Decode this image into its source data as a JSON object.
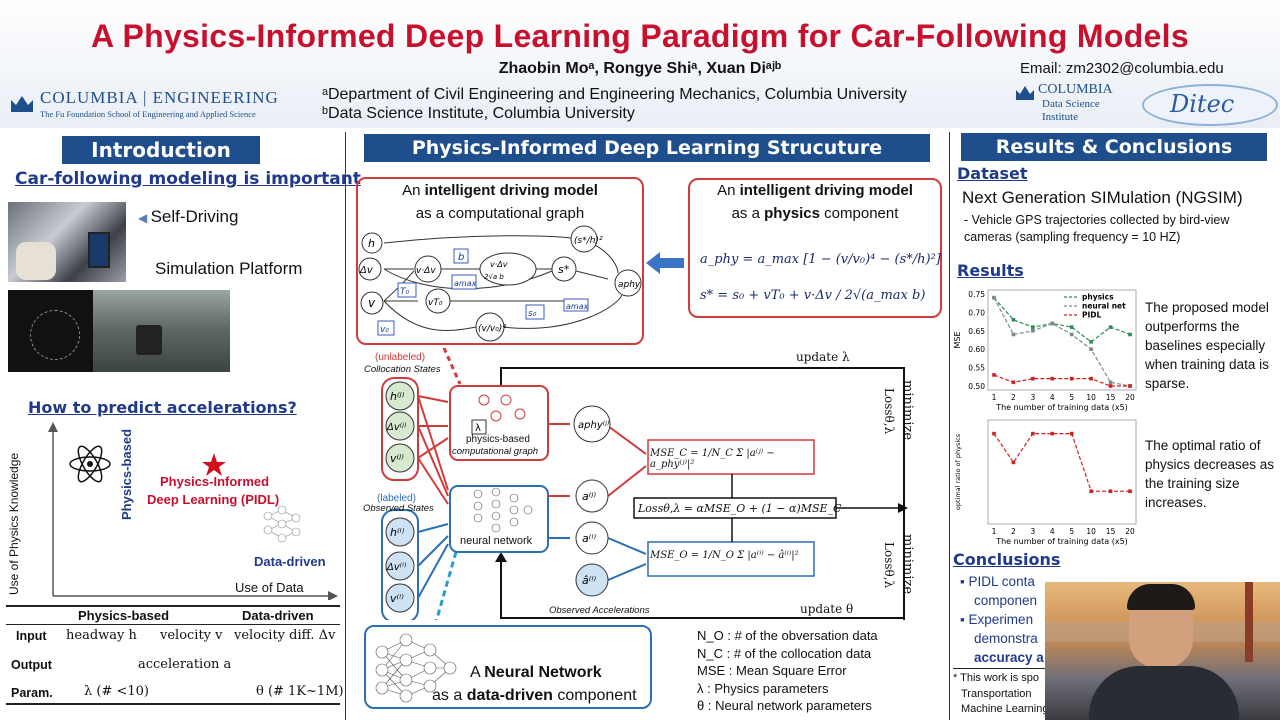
{
  "header": {
    "title": "A Physics-Informed Deep Learning Paradigm for Car-Following Models",
    "authors": "Zhaobin Moᵃ, Rongye Shiᵃ, Xuan Diᵃʲᵇ",
    "email": "Email: zm2302@columbia.edu",
    "affiliation_a": "ᵃDepartment of Civil Engineering and Engineering Mechanics, Columbia University",
    "affiliation_b": "ᵇData Science Institute, Columbia University",
    "logo_engineering": "COLUMBIA | ENGINEERING",
    "logo_engineering_sub": "The Fu Foundation School of Engineering and Applied Science",
    "logo_dsi_1": "COLUMBIA",
    "logo_dsi_2": "Data Science",
    "logo_dsi_3": "Institute",
    "logo_ditec": "Ditec"
  },
  "intro": {
    "heading": "Introduction",
    "subheading": "Car-following modeling is important",
    "self_driving": "Self-Driving",
    "simulation": "Simulation Platform",
    "question": "How to predict accelerations?",
    "y_axis": "Use of Physics Knowledge",
    "x_axis": "Use of Data",
    "physics_based": "Physics-based",
    "pidl_1": "Physics-Informed",
    "pidl_2": "Deep Learning (PIDL)",
    "data_driven": "Data-driven",
    "table": {
      "col1": "Physics-based",
      "col2": "Data-driven",
      "row_input": "Input",
      "input_1": "headway h",
      "input_2": "velocity v",
      "input_3": "velocity diff. Δv",
      "row_output": "Output",
      "output_1": "acceleration a",
      "row_param": "Param.",
      "param_1": "λ (# <10)",
      "param_2": "θ (# 1K~1M)"
    }
  },
  "structure": {
    "heading": "Physics-Informed Deep Learning Strucuture",
    "graph_title_1": "An ",
    "graph_title_2": "intelligent driving model",
    "graph_title_3": "as a computational graph",
    "phys_title_1": "An ",
    "phys_title_2": "intelligent driving model",
    "phys_title_3": "as a ",
    "phys_title_4": "physics",
    "phys_title_5": " component",
    "eq_aphy": "a_phy = a_max [1 − (v/v₀)⁴ − (s*/h)²]",
    "eq_sstar": "s* = s₀ + vT₀ + v·Δv / 2√(a_max b)",
    "unlabeled": "(unlabeled)",
    "collocation": "Collocation States",
    "labeled": "(labeled)",
    "observed": "Observed States",
    "phys_graph": "physics-based",
    "phys_graph_2": "computational graph",
    "nn_label": "neural network",
    "observed_acc": "Observed Accelerations",
    "update_lambda": "update λ",
    "update_theta": "update θ",
    "minimize": "minimize",
    "loss_label": "Lossθ,λ",
    "mse_c": "MSE_C = 1/N_C Σ |a⁽ʲ⁾ − a_phy⁽ʲ⁾|²",
    "mse_o": "MSE_O = 1/N_O Σ |a⁽ⁱ⁾ − â⁽ⁱ⁾|²",
    "loss_eq": "Lossθ,λ = αMSE_O + (1 − α)MSE_C",
    "nn_title_1": "A ",
    "nn_title_2": "Neural Network",
    "nn_title_3": "as a ",
    "nn_title_4": "data-driven",
    "nn_title_5": " component",
    "legend": [
      "N_O : # of the obversation data",
      "N_C : # of the collocation data",
      "MSE : Mean Square Error",
      "λ : Physics parameters",
      "θ : Neural network parameters"
    ]
  },
  "results": {
    "heading": "Results & Conclusions",
    "dataset": "Dataset",
    "ngsim": "Next Generation SIMulation (NGSIM)",
    "ngsim_desc": "- Vehicle GPS trajectories collected by bird-view cameras (sampling frequency = 10 HZ)",
    "results_label": "Results",
    "text1": "The proposed model outperforms the baselines especially when training data is sparse.",
    "text2": "The optimal ratio of physics decreases as the training size increases.",
    "conclusions": "Conclusions",
    "c1": "PIDL conta",
    "c1b": "componen",
    "c2": "Experimen",
    "c2b": "demonstra",
    "c2c": "accuracy a",
    "footnote_1": "* This work is spo",
    "footnote_2": "Transportation",
    "footnote_3": "Machine Learning Research Award Gift."
  },
  "chart_data": [
    {
      "type": "line",
      "x": [
        "1",
        "2",
        "3",
        "4",
        "5",
        "10",
        "15",
        "20"
      ],
      "xlabel": "The number of training data (x5)",
      "ylabel": "MSE",
      "ylim": [
        0.5,
        0.75
      ],
      "yticks": [
        "0.50",
        "0.55",
        "0.60",
        "0.65",
        "0.70",
        "0.75"
      ],
      "series": [
        {
          "name": "physics",
          "color": "#2e8b57",
          "values": [
            0.74,
            0.68,
            0.66,
            0.67,
            0.66,
            0.62,
            0.66,
            0.64
          ]
        },
        {
          "name": "neural net",
          "color": "#7a8a8a",
          "values": [
            0.74,
            0.64,
            0.65,
            0.67,
            0.64,
            0.6,
            0.51,
            0.5
          ]
        },
        {
          "name": "PIDL",
          "color": "#d02020",
          "values": [
            0.53,
            0.51,
            0.52,
            0.52,
            0.52,
            0.52,
            0.5,
            0.5
          ]
        }
      ]
    },
    {
      "type": "line",
      "x": [
        "1",
        "2",
        "3",
        "4",
        "5",
        "10",
        "15",
        "20"
      ],
      "xlabel": "The number of training data (x5)",
      "ylabel": "optimal ratio of physics",
      "ylim": [
        0,
        1
      ],
      "series": [
        {
          "color": "#d02020",
          "values": [
            0.9,
            0.6,
            0.9,
            0.9,
            0.9,
            0.3,
            0.3,
            0.3
          ]
        }
      ]
    }
  ]
}
